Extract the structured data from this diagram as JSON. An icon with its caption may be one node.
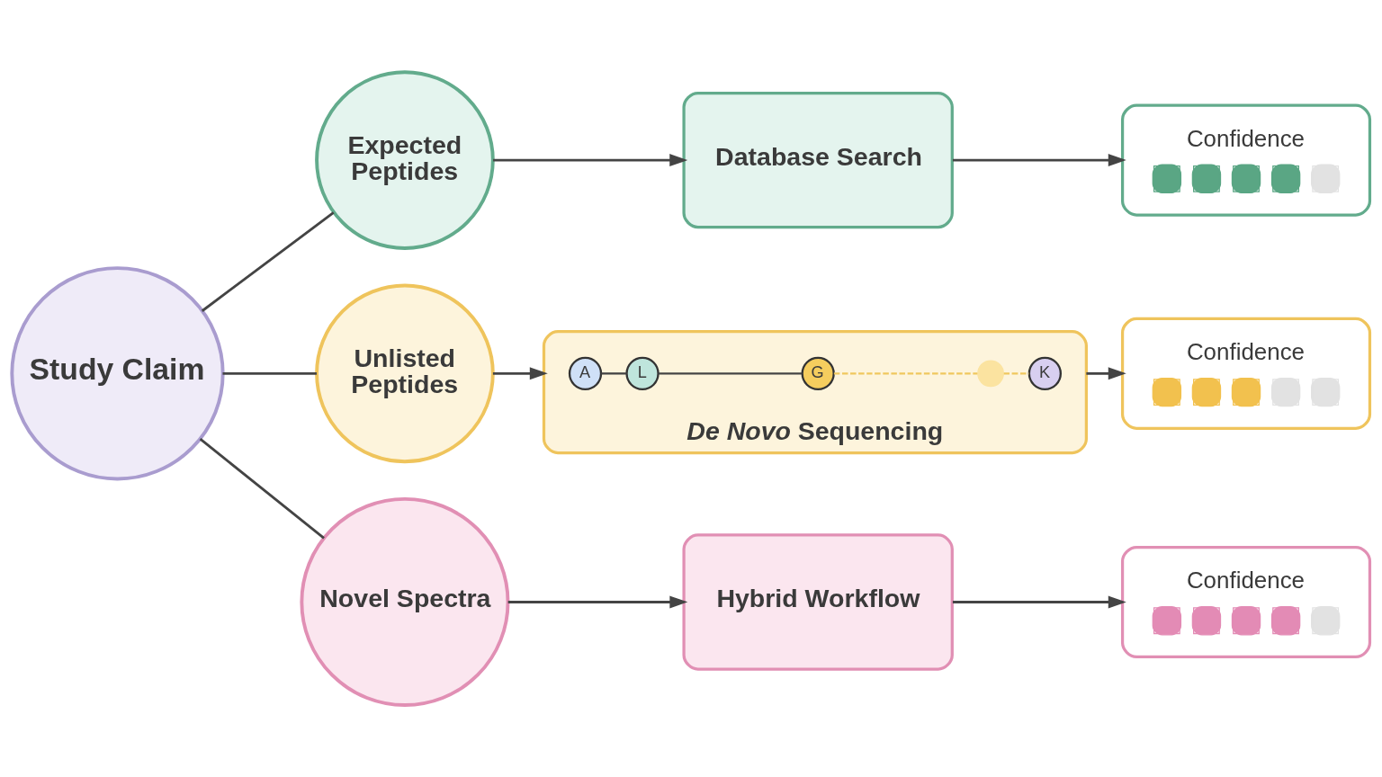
{
  "diagram": {
    "nodes": [
      {
        "text": [
          "Study Claim"
        ]
      },
      {
        "text": [
          "Expected Peptides"
        ]
      },
      {
        "text": [
          "Database Search"
        ]
      },
      {
        "text": [
          "Confidence"
        ]
      },
      {
        "text": [
          "Unlisted Peptides"
        ]
      },
      {
        "text": [
          "*De Novo* Sequencing"
        ]
      },
      {
        "text": [
          "A"
        ],
        "in": 5
      },
      {
        "text": [
          "L"
        ],
        "in": 5
      },
      {
        "text": [
          "G"
        ],
        "in": 5
      },
      {
        "text": [],
        "shape": "circle",
        "in": 5
      },
      {
        "text": [
          "K"
        ],
        "in": 5
      },
      {
        "text": [
          "Confidence"
        ]
      },
      {
        "text": [
          "Novel Spectra"
        ]
      },
      {
        "text": [
          "Hybrid Workflow"
        ]
      },
      {
        "text": [
          "Confidence"
        ]
      }
    ],
    "edges": [
      {
        "from": 0,
        "to": 1,
        "arrow": "none"
      },
      {
        "from": 0,
        "to": 4,
        "arrow": "none"
      },
      {
        "from": 0,
        "to": 12,
        "arrow": "none"
      },
      {
        "from": 1,
        "to": 2,
        "arrow": "to"
      },
      {
        "from": 4,
        "to": 5,
        "arrow": "to"
      },
      {
        "from": 12,
        "to": 13,
        "arrow": "to"
      },
      {
        "from": 2,
        "to": 3,
        "arrow": "to"
      },
      {
        "from": 5,
        "to": 11,
        "arrow": "to"
      },
      {
        "from": 13,
        "to": 14,
        "arrow": "to"
      },
      {
        "from": 6,
        "to": 7,
        "arrow": "none"
      },
      {
        "from": 7,
        "to": 8,
        "arrow": "none"
      },
      {
        "from": 8,
        "to": 9,
        "arrow": "none",
        "style": "dashed",
        "color": "#f0c75e"
      },
      {
        "from": 9,
        "to": 10,
        "arrow": "none",
        "style": "dashed",
        "color": "#f0c75e"
      }
    ]
  }
}
